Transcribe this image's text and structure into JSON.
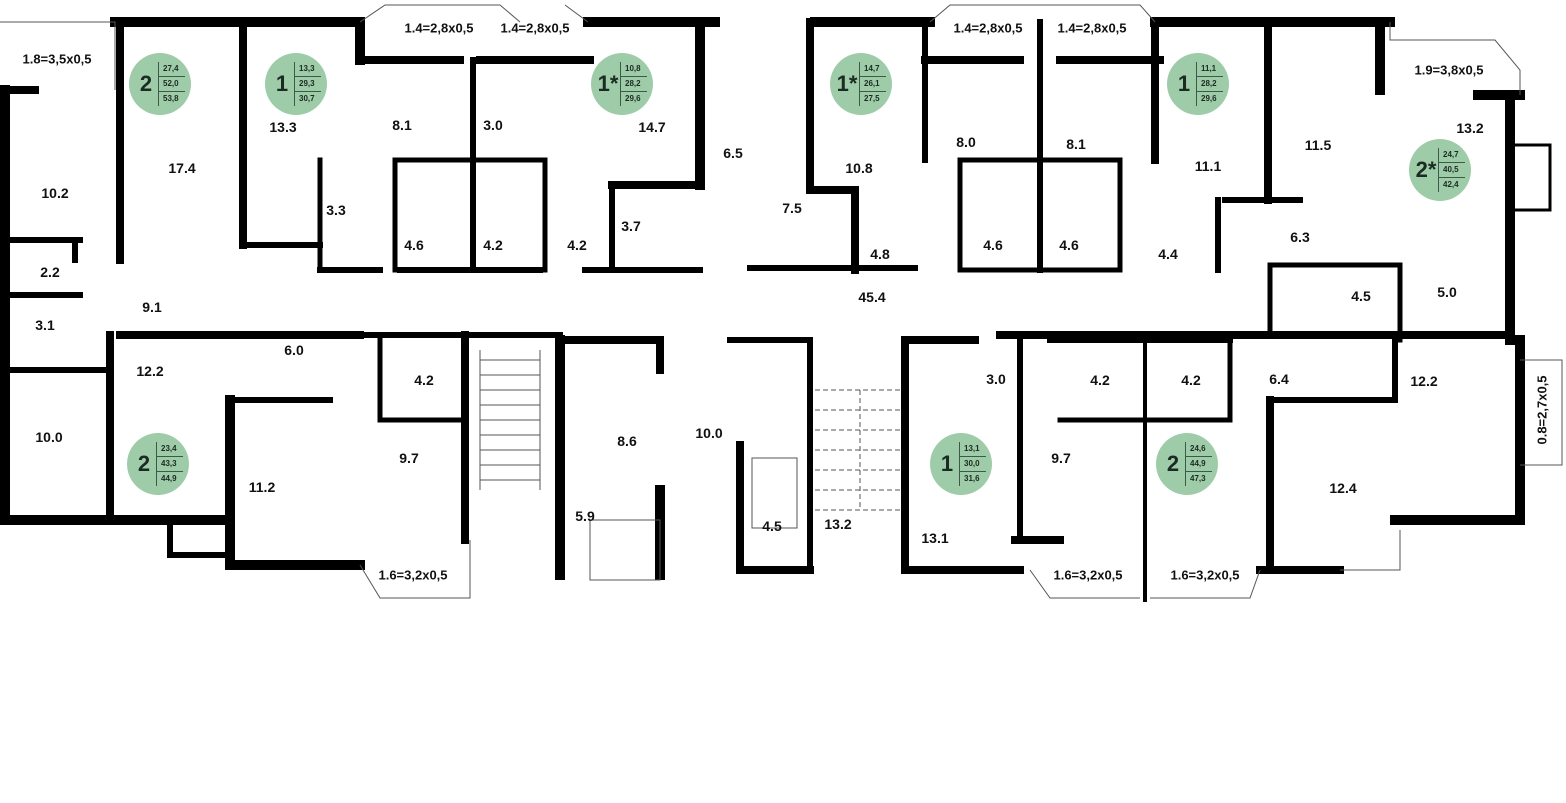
{
  "colors": {
    "badge": "#9fcca8",
    "walls": "#000000",
    "text": "#111111"
  },
  "balconies": [
    "1.8=3,5x0,5",
    "1.4=2,8x0,5",
    "1.4=2,8x0,5",
    "1.4=2,8x0,5",
    "1.4=2,8x0,5",
    "1.9=3,8x0,5",
    "0.8=2,7x0,5",
    "1.6=3,2x0,5",
    "1.6=3,2x0,5",
    "1.6=3,2x0,5"
  ],
  "rooms": [
    "10.2",
    "17.4",
    "13.3",
    "8.1",
    "3.0",
    "14.7",
    "6.5",
    "7.5",
    "10.8",
    "8.0",
    "8.1",
    "11.1",
    "11.5",
    "13.2",
    "3.3",
    "4.6",
    "4.2",
    "4.2",
    "3.7",
    "4.8",
    "4.6",
    "4.6",
    "4.4",
    "6.3",
    "4.5",
    "5.0",
    "2.2",
    "3.1",
    "9.1",
    "45.4",
    "12.2",
    "6.0",
    "4.2",
    "10.0",
    "11.2",
    "9.7",
    "8.6",
    "10.0",
    "5.9",
    "4.5",
    "13.2",
    "13.1",
    "3.0",
    "4.2",
    "4.2",
    "6.4",
    "12.2",
    "9.7",
    "12.4"
  ],
  "apartments": [
    {
      "rooms": "2",
      "areas": [
        "27,4",
        "52,0",
        "53,8"
      ]
    },
    {
      "rooms": "1",
      "areas": [
        "13,3",
        "29,3",
        "30,7"
      ]
    },
    {
      "rooms": "1*",
      "areas": [
        "10,8",
        "28,2",
        "29,6"
      ]
    },
    {
      "rooms": "1*",
      "areas": [
        "14,7",
        "26,1",
        "27,5"
      ]
    },
    {
      "rooms": "1",
      "areas": [
        "11,1",
        "28,2",
        "29,6"
      ]
    },
    {
      "rooms": "2*",
      "areas": [
        "24,7",
        "40,5",
        "42,4"
      ]
    },
    {
      "rooms": "2",
      "areas": [
        "23,4",
        "43,3",
        "44,9"
      ]
    },
    {
      "rooms": "1",
      "areas": [
        "13,1",
        "30,0",
        "31,6"
      ]
    },
    {
      "rooms": "2",
      "areas": [
        "24,6",
        "44,9",
        "47,3"
      ]
    }
  ]
}
